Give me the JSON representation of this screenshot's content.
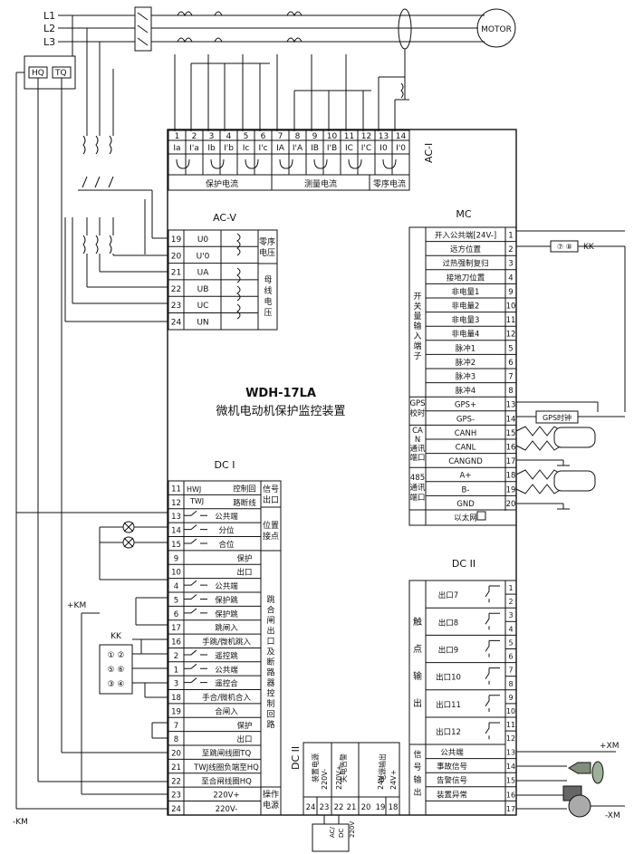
{
  "mains": {
    "phases": [
      "L1",
      "L2",
      "L3"
    ],
    "motor": "MOTOR"
  },
  "relays": {
    "hq": "HQ",
    "tq": "TQ"
  },
  "device": {
    "model": "WDH-17LA",
    "name": "微机电动机保护监控装置"
  },
  "ac_i": {
    "title": "AC-I",
    "terminals": [
      {
        "num": "1",
        "label": "Ia"
      },
      {
        "num": "2",
        "label": "I'a"
      },
      {
        "num": "3",
        "label": "Ib"
      },
      {
        "num": "4",
        "label": "I'b"
      },
      {
        "num": "5",
        "label": "Ic"
      },
      {
        "num": "6",
        "label": "I'c"
      },
      {
        "num": "7",
        "label": "IA"
      },
      {
        "num": "8",
        "label": "I'A"
      },
      {
        "num": "9",
        "label": "IB"
      },
      {
        "num": "10",
        "label": "I'B"
      },
      {
        "num": "11",
        "label": "IC"
      },
      {
        "num": "12",
        "label": "I'C"
      },
      {
        "num": "13",
        "label": "I0"
      },
      {
        "num": "14",
        "label": "I'0"
      }
    ],
    "groups": [
      "保护电流",
      "测量电流",
      "零序电流"
    ]
  },
  "ac_v": {
    "title": "AC-V",
    "rows": [
      {
        "num": "19",
        "label": "U0"
      },
      {
        "num": "20",
        "label": "U'0"
      },
      {
        "num": "21",
        "label": "UA"
      },
      {
        "num": "22",
        "label": "UB"
      },
      {
        "num": "23",
        "label": "UC"
      },
      {
        "num": "24",
        "label": "UN"
      }
    ],
    "zero_seq_label": [
      "零序",
      "电压"
    ],
    "bus_label": [
      "母",
      "线",
      "电",
      "压"
    ]
  },
  "mc": {
    "title": "MC",
    "side_label": [
      "开",
      "关",
      "量",
      "输",
      "入",
      "端",
      "子"
    ],
    "rows": [
      {
        "label": "开入公共端[24V-]",
        "num": "1"
      },
      {
        "label": "远方位置",
        "num": "2"
      },
      {
        "label": "过热强制复归",
        "num": "3"
      },
      {
        "label": "接地刀位置",
        "num": "4"
      },
      {
        "label": "非电量1",
        "num": "9"
      },
      {
        "label": "非电量2",
        "num": "10"
      },
      {
        "label": "非电量3",
        "num": "11"
      },
      {
        "label": "非电量4",
        "num": "12"
      },
      {
        "label": "脉冲1",
        "num": "5"
      },
      {
        "label": "脉冲2",
        "num": "6"
      },
      {
        "label": "脉冲3",
        "num": "7"
      },
      {
        "label": "脉冲4",
        "num": "8"
      },
      {
        "label": "GPS+",
        "num": "13"
      },
      {
        "label": "GPS-",
        "num": "14"
      },
      {
        "label": "CANH",
        "num": "15"
      },
      {
        "label": "CANL",
        "num": "16"
      },
      {
        "label": "CANGND",
        "num": "17"
      },
      {
        "label": "A+",
        "num": "18"
      },
      {
        "label": "B-",
        "num": "19"
      },
      {
        "label": "GND",
        "num": "20"
      },
      {
        "label": "以太网",
        "num": ""
      }
    ],
    "gps_label": [
      "GPS",
      "校时"
    ],
    "can_label": [
      "CA",
      "N",
      "通讯",
      "端口"
    ],
    "rs485_label": [
      "485",
      "通讯",
      "端口"
    ],
    "kk": "KK",
    "gps_clock": "GPS时钟"
  },
  "dc_i": {
    "title": "DC I",
    "rows": [
      {
        "num": "11",
        "label": "控制回"
      },
      {
        "num": "12",
        "label": "路断线"
      },
      {
        "num": "13",
        "label": "公共端"
      },
      {
        "num": "14",
        "label": "分位"
      },
      {
        "num": "15",
        "label": "合位"
      },
      {
        "num": "9",
        "label": "保护"
      },
      {
        "num": "10",
        "label": "出口"
      },
      {
        "num": "4",
        "label": "公共端"
      },
      {
        "num": "5",
        "label": "保护跳"
      },
      {
        "num": "6",
        "label": "保护跳"
      },
      {
        "num": "17",
        "label": "跳闸入"
      },
      {
        "num": "16",
        "label": "手跳/微机跳入"
      },
      {
        "num": "2",
        "label": "遥控跳"
      },
      {
        "num": "1",
        "label": "公共端"
      },
      {
        "num": "3",
        "label": "遥控合"
      },
      {
        "num": "18",
        "label": "手合/微机合入"
      },
      {
        "num": "19",
        "label": "合闸入"
      },
      {
        "num": "7",
        "label": "保护"
      },
      {
        "num": "8",
        "label": "出口"
      },
      {
        "num": "20",
        "label": "至跳闸线圈TQ"
      },
      {
        "num": "21",
        "label": "TWJ线圈负端至HQ"
      },
      {
        "num": "22",
        "label": "至合闸线圈HQ"
      },
      {
        "num": "23",
        "label": "220V+"
      },
      {
        "num": "24",
        "label": "220V-"
      }
    ],
    "hwj": "HWJ",
    "twj": "TWJ",
    "signal_out": [
      "信号",
      "出口"
    ],
    "position": [
      "位置",
      "接点"
    ],
    "trip_close": [
      "跳",
      "合",
      "闸",
      "出",
      "口",
      "及",
      "断",
      "路",
      "器",
      "控",
      "制",
      "回",
      "路"
    ],
    "op_power": [
      "操作",
      "电源"
    ],
    "kk": "KK",
    "kk_contacts": [
      "① ②",
      "⑤ ⑥",
      "③ ④"
    ],
    "plus_km": "+KM",
    "minus_km": "-KM"
  },
  "dc_ii": {
    "title": "DC II",
    "side_label": [
      "触",
      "点",
      "输",
      "出"
    ],
    "outputs": [
      {
        "label": "出口7",
        "nums": [
          "1",
          "2"
        ]
      },
      {
        "label": "出口8",
        "nums": [
          "3",
          "4"
        ]
      },
      {
        "label": "出口9",
        "nums": [
          "5",
          "6"
        ]
      },
      {
        "label": "出口10",
        "nums": [
          "7",
          "8"
        ]
      },
      {
        "label": "出口11",
        "nums": [
          "9",
          "10"
        ]
      },
      {
        "label": "出口12",
        "nums": [
          "11",
          "12"
        ]
      }
    ],
    "signal_side": [
      "信",
      "号",
      "输",
      "出"
    ],
    "signals": [
      {
        "label": "公共端",
        "num": "13"
      },
      {
        "label": "事故信号",
        "num": "14"
      },
      {
        "label": "告警信号",
        "num": "15"
      },
      {
        "label": "装置异常",
        "num": "16"
      },
      {
        "label": "",
        "num": "17"
      }
    ],
    "plus_xm": "+XM",
    "minus_xm": "-XM"
  },
  "dc_ii_bottom": {
    "title": "DC II",
    "cols": [
      {
        "num": "24",
        "label": ""
      },
      {
        "num": "23",
        "label": "220V-"
      },
      {
        "num": "22",
        "label": "220V+"
      },
      {
        "num": "21",
        "label": ""
      },
      {
        "num": "20",
        "label": ""
      },
      {
        "num": "19",
        "label": "24V-"
      },
      {
        "num": "18",
        "label": "24V+"
      }
    ],
    "groups": [
      "装置电源",
      "失电告警",
      "电源输出"
    ],
    "supply": [
      "AC/",
      "DC",
      "220V"
    ]
  }
}
